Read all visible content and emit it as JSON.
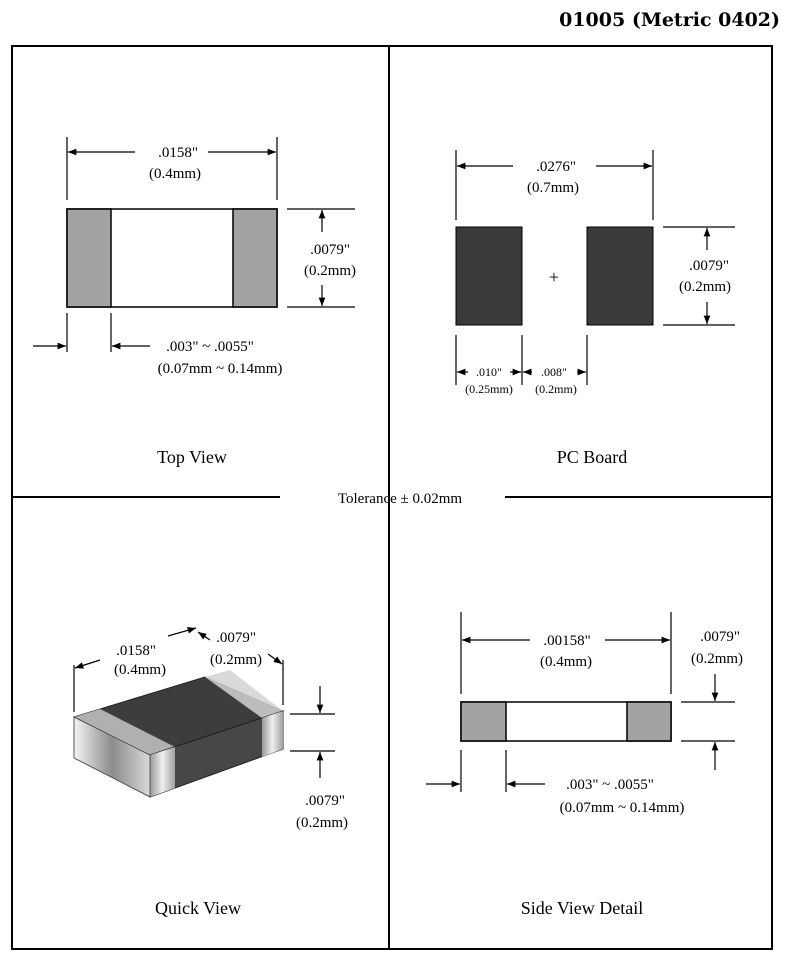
{
  "title": "01005  (Metric 0402)",
  "tolerance": "Tolerance ±  0.02mm",
  "panels": {
    "top_view": {
      "caption": "Top View",
      "length_in": ".0158\"",
      "length_mm": "(0.4mm)",
      "width_in": ".0079\"",
      "width_mm": "(0.2mm)",
      "term_in": ".003\" ~ .0055\"",
      "term_mm": "(0.07mm ~ 0.14mm)"
    },
    "pc_board": {
      "caption": "PC Board",
      "span_in": ".0276\"",
      "span_mm": "(0.7mm)",
      "height_in": ".0079\"",
      "height_mm": "(0.2mm)",
      "pad_in": ".010\"",
      "pad_mm": "(0.25mm)",
      "gap_in": ".008\"",
      "gap_mm": "(0.2mm)",
      "center_mark": "+"
    },
    "quick_view": {
      "caption": "Quick View",
      "length_in": ".0158\"",
      "length_mm": "(0.4mm)",
      "width_in": ".0079\"",
      "width_mm": "(0.2mm)",
      "height_in": ".0079\"",
      "height_mm": "(0.2mm)"
    },
    "side_view": {
      "caption": "Side View Detail",
      "length_in": ".00158\"",
      "length_mm": "(0.4mm)",
      "height_in": ".0079\"",
      "height_mm": "(0.2mm)",
      "term_in": ".003\" ~ .0055\"",
      "term_mm": "(0.07mm ~ 0.14mm)"
    }
  },
  "colors": {
    "terminal": "#a3a3a3",
    "pad": "#3a3a3a",
    "body": "#ffffff"
  }
}
